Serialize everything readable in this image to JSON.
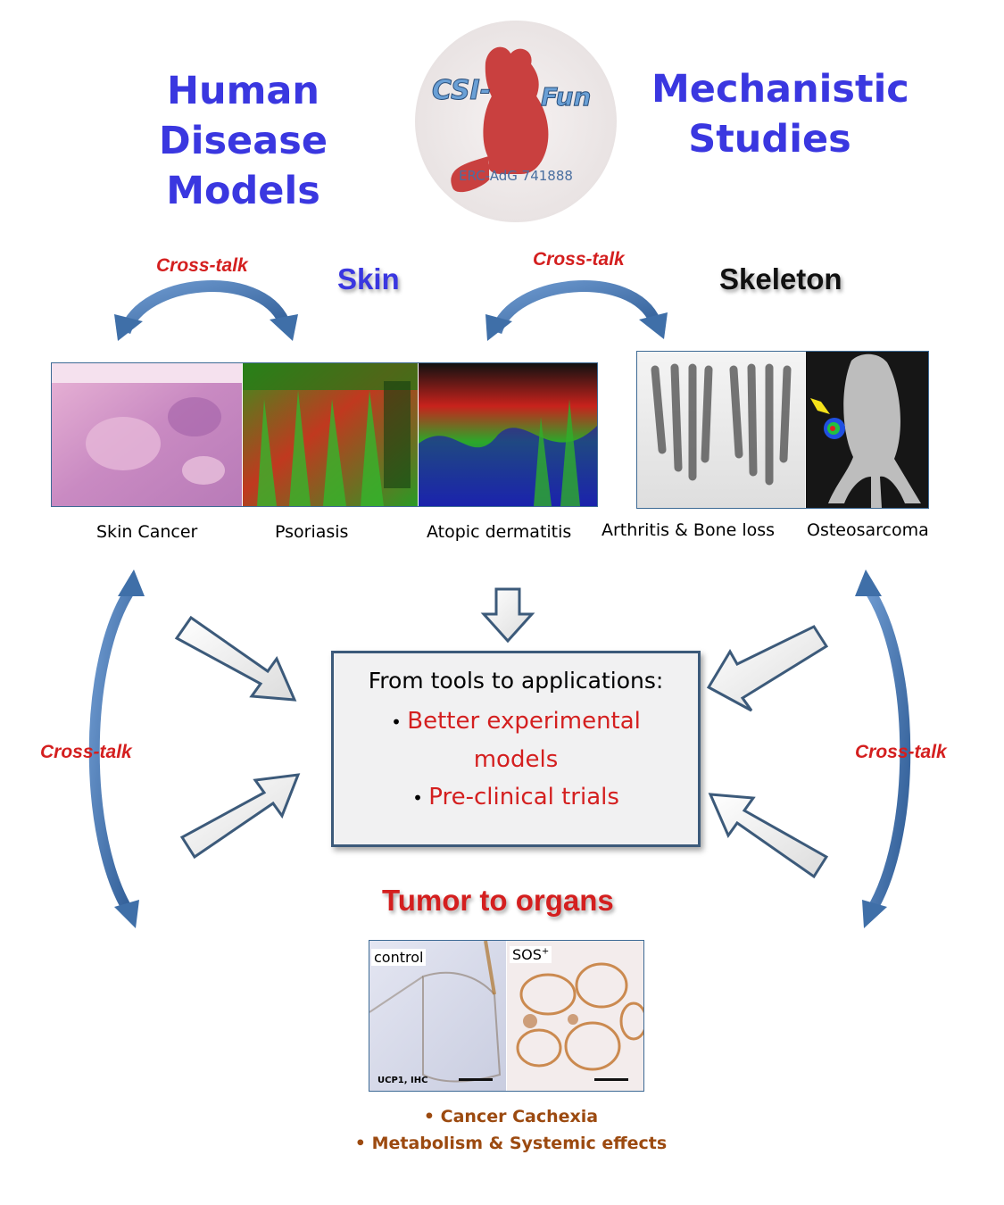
{
  "header": {
    "left_line1": "Human",
    "left_line2": "Disease Models",
    "right_line1": "Mechanistic",
    "right_line2": "Studies"
  },
  "logo": {
    "text_left": "CSI-",
    "text_right": "Fun",
    "grant": "ERC-AdG 741888"
  },
  "sections": {
    "skin": "Skin",
    "skeleton": "Skeleton",
    "tumor": "Tumor to organs"
  },
  "crosstalk_label": "Cross-talk",
  "captions": {
    "skin_cancer": "Skin Cancer",
    "psoriasis": "Psoriasis",
    "atopic": "Atopic dermatitis",
    "arthritis": "Arthritis & Bone loss",
    "osteosarcoma": "Osteosarcoma"
  },
  "center_box": {
    "title": "From tools to applications:",
    "bullet1_line1": "Better experimental",
    "bullet1_line2": "models",
    "bullet2": "Pre-clinical trials"
  },
  "micro": {
    "control": "control",
    "sos": "SOS",
    "sos_sup": "+",
    "stain": "UCP1, IHC"
  },
  "bottom_bullets": {
    "b1": "Cancer Cachexia",
    "b2": "Metabolism & Systemic effects"
  },
  "colors": {
    "header_blue": "#3a37e0",
    "red": "#d41f1f",
    "arrow_blue": "#3f6fa8",
    "brown": "#9c4a10"
  }
}
